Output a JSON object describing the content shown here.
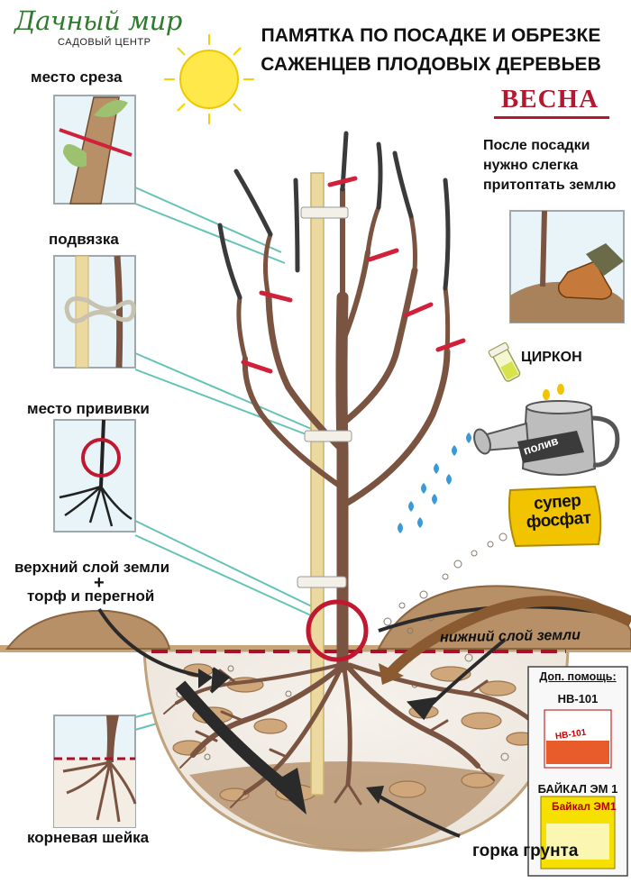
{
  "brand": {
    "name": "Дачный мир",
    "subtitle": "САДОВЫЙ ЦЕНТР"
  },
  "title": {
    "line1": "ПАМЯТКА ПО ПОСАДКЕ И ОБРЕЗКЕ",
    "line2": "САЖЕНЦЕВ ПЛОДОВЫХ ДЕРЕВЬЕВ"
  },
  "season": "ВЕСНА",
  "labels": {
    "cut_place": "место среза",
    "tie": "подвязка",
    "graft_place": "место прививки",
    "topsoil_line1": "верхний слой земли",
    "topsoil_plus": "+",
    "topsoil_line2": "торф и перегной",
    "lower_soil": "нижний слой земли",
    "root_collar": "корневая шейка",
    "soil_mound": "горка грунта",
    "after_planting": "После посадки нужно слегка притоптать землю",
    "zircon": "ЦИРКОН",
    "watering": "полив",
    "superphosphate_line1": "супер",
    "superphosphate_line2": "фосфат"
  },
  "extra_help": {
    "title": "Доп. помощь:",
    "product_a": "НВ-101",
    "product_b": "БАЙКАЛ ЭМ 1",
    "pack_a_text": "HB-101",
    "pack_b_text": "Байкал ЭМ1"
  },
  "colors": {
    "brand_green": "#2f7a2f",
    "season_red": "#b3182f",
    "cut_mark": "#d0203a",
    "trunk_brown": "#7a5440",
    "soil": "#a8825a",
    "stake": "#ebd9a0",
    "water_blue": "#3a9ad9",
    "sun": "#ffe84a",
    "superphosphate_yellow": "#f2c400"
  },
  "icons": [
    "sun-icon",
    "zircon-vial-icon",
    "watering-can-icon",
    "fertilizer-bag-icon",
    "boot-icon"
  ]
}
